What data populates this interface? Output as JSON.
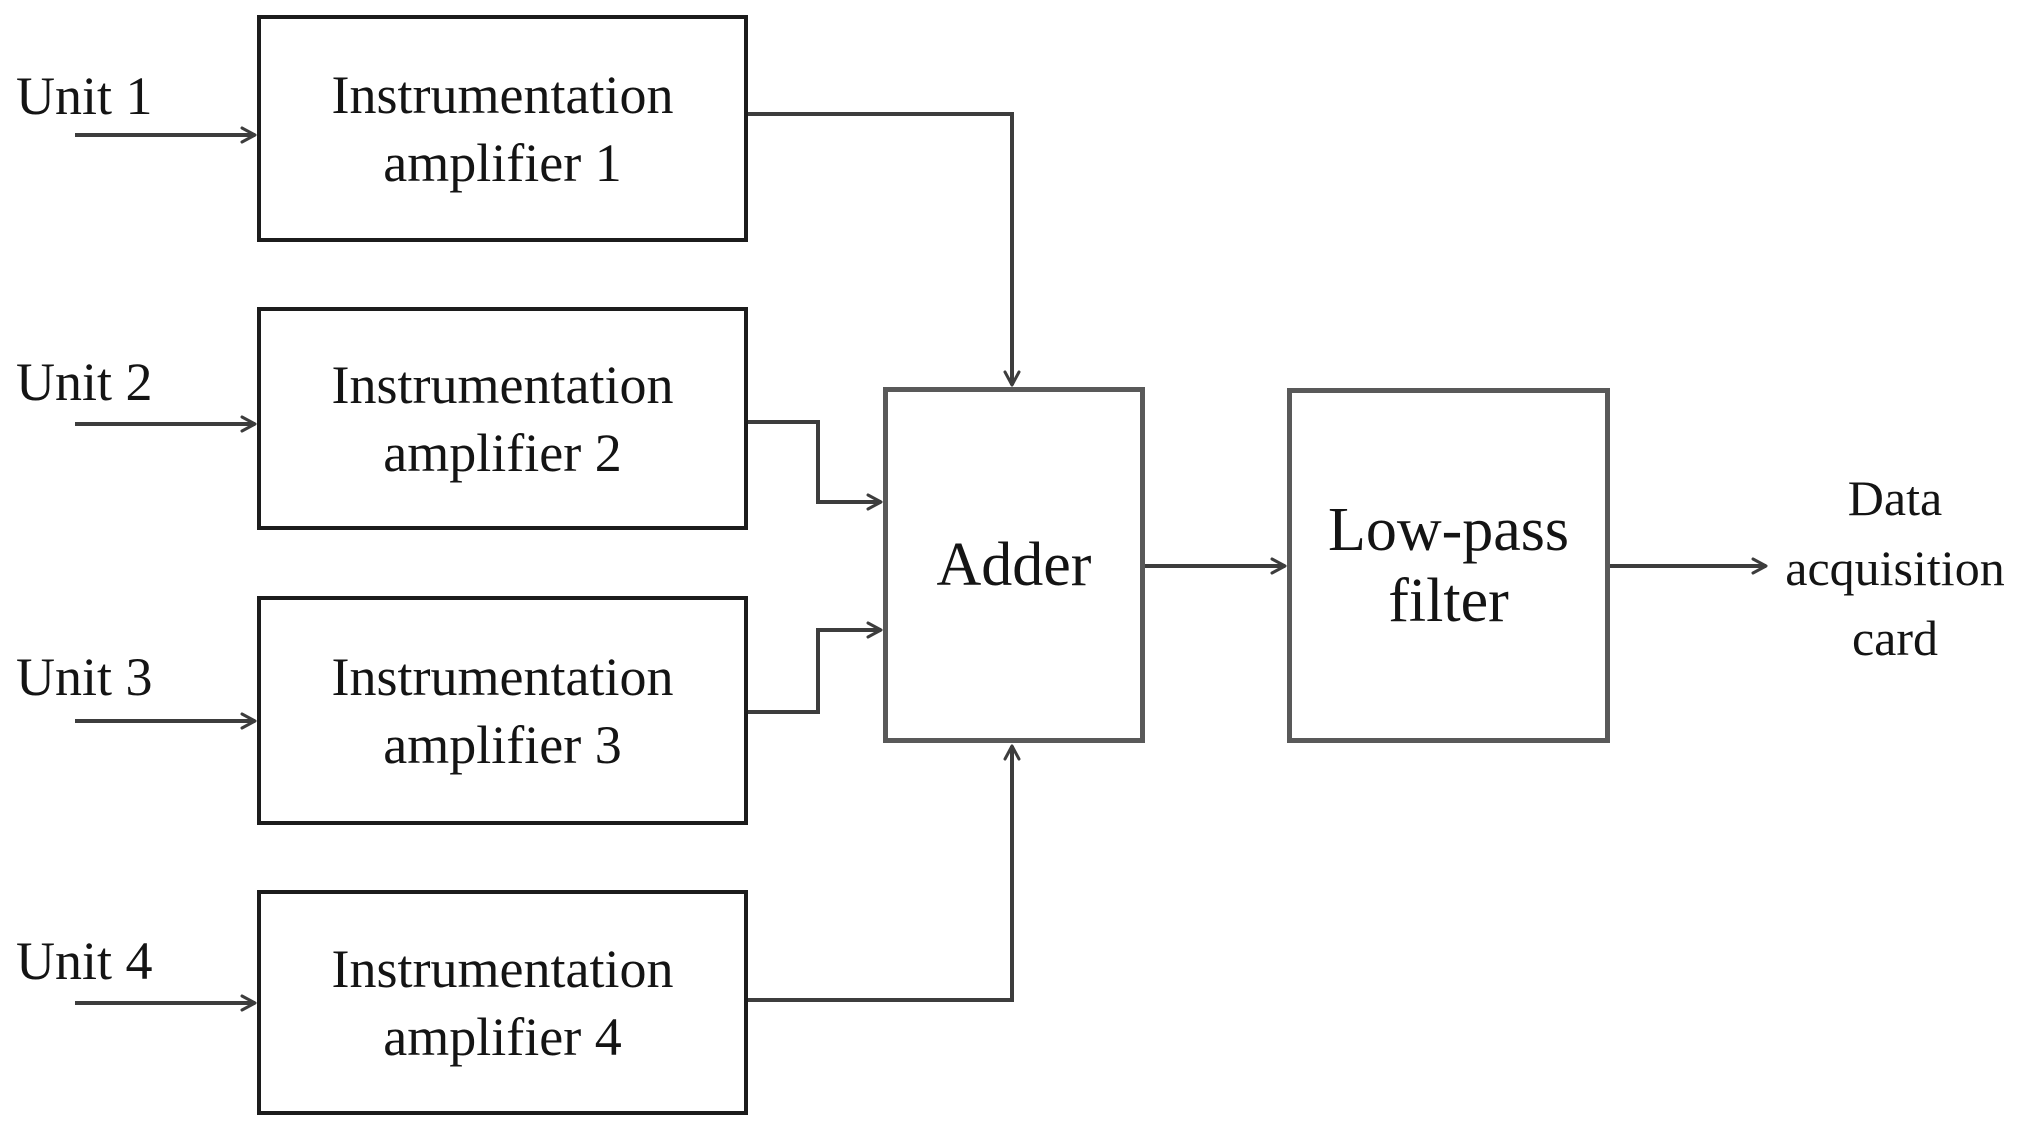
{
  "figure": {
    "type": "block-diagram",
    "background": "#ffffff",
    "box_border_color": "#1c1c1c",
    "hub_border_color": "#595959",
    "line_color": "#3d3d3d",
    "text_color": "#141414",
    "inputs": [
      {
        "label": "Unit 1"
      },
      {
        "label": "Unit 2"
      },
      {
        "label": "Unit 3"
      },
      {
        "label": "Unit 4"
      }
    ],
    "amplifiers": [
      {
        "line1": "Instrumentation",
        "line2": "amplifier 1"
      },
      {
        "line1": "Instrumentation",
        "line2": "amplifier 2"
      },
      {
        "line1": "Instrumentation",
        "line2": "amplifier 3"
      },
      {
        "line1": "Instrumentation",
        "line2": "amplifier 4"
      }
    ],
    "adder": {
      "label": "Adder"
    },
    "filter": {
      "line1": "Low-pass",
      "line2": "filter"
    },
    "output": {
      "line1": "Data",
      "line2": "acquisition",
      "line3": "card"
    }
  }
}
